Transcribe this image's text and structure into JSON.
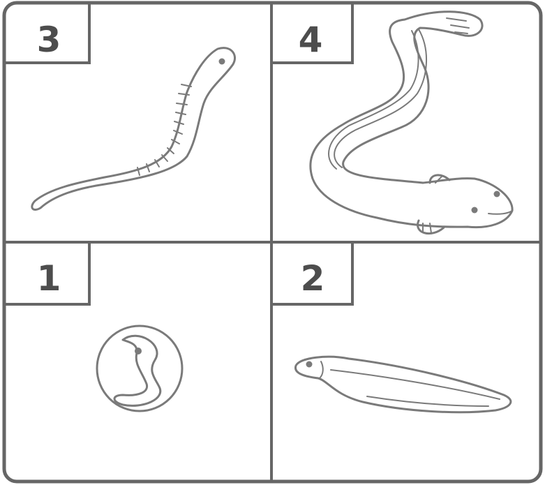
{
  "diagram": {
    "panels": [
      {
        "number": "3",
        "subject": "elongated-larva"
      },
      {
        "number": "4",
        "subject": "adult-eel"
      },
      {
        "number": "1",
        "subject": "egg"
      },
      {
        "number": "2",
        "subject": "leaf-shaped-larva"
      }
    ]
  },
  "colors": {
    "frame": "#666666",
    "stroke": "#7a7a7a",
    "number_text": "#4d4d4d",
    "background": "#ffffff"
  }
}
